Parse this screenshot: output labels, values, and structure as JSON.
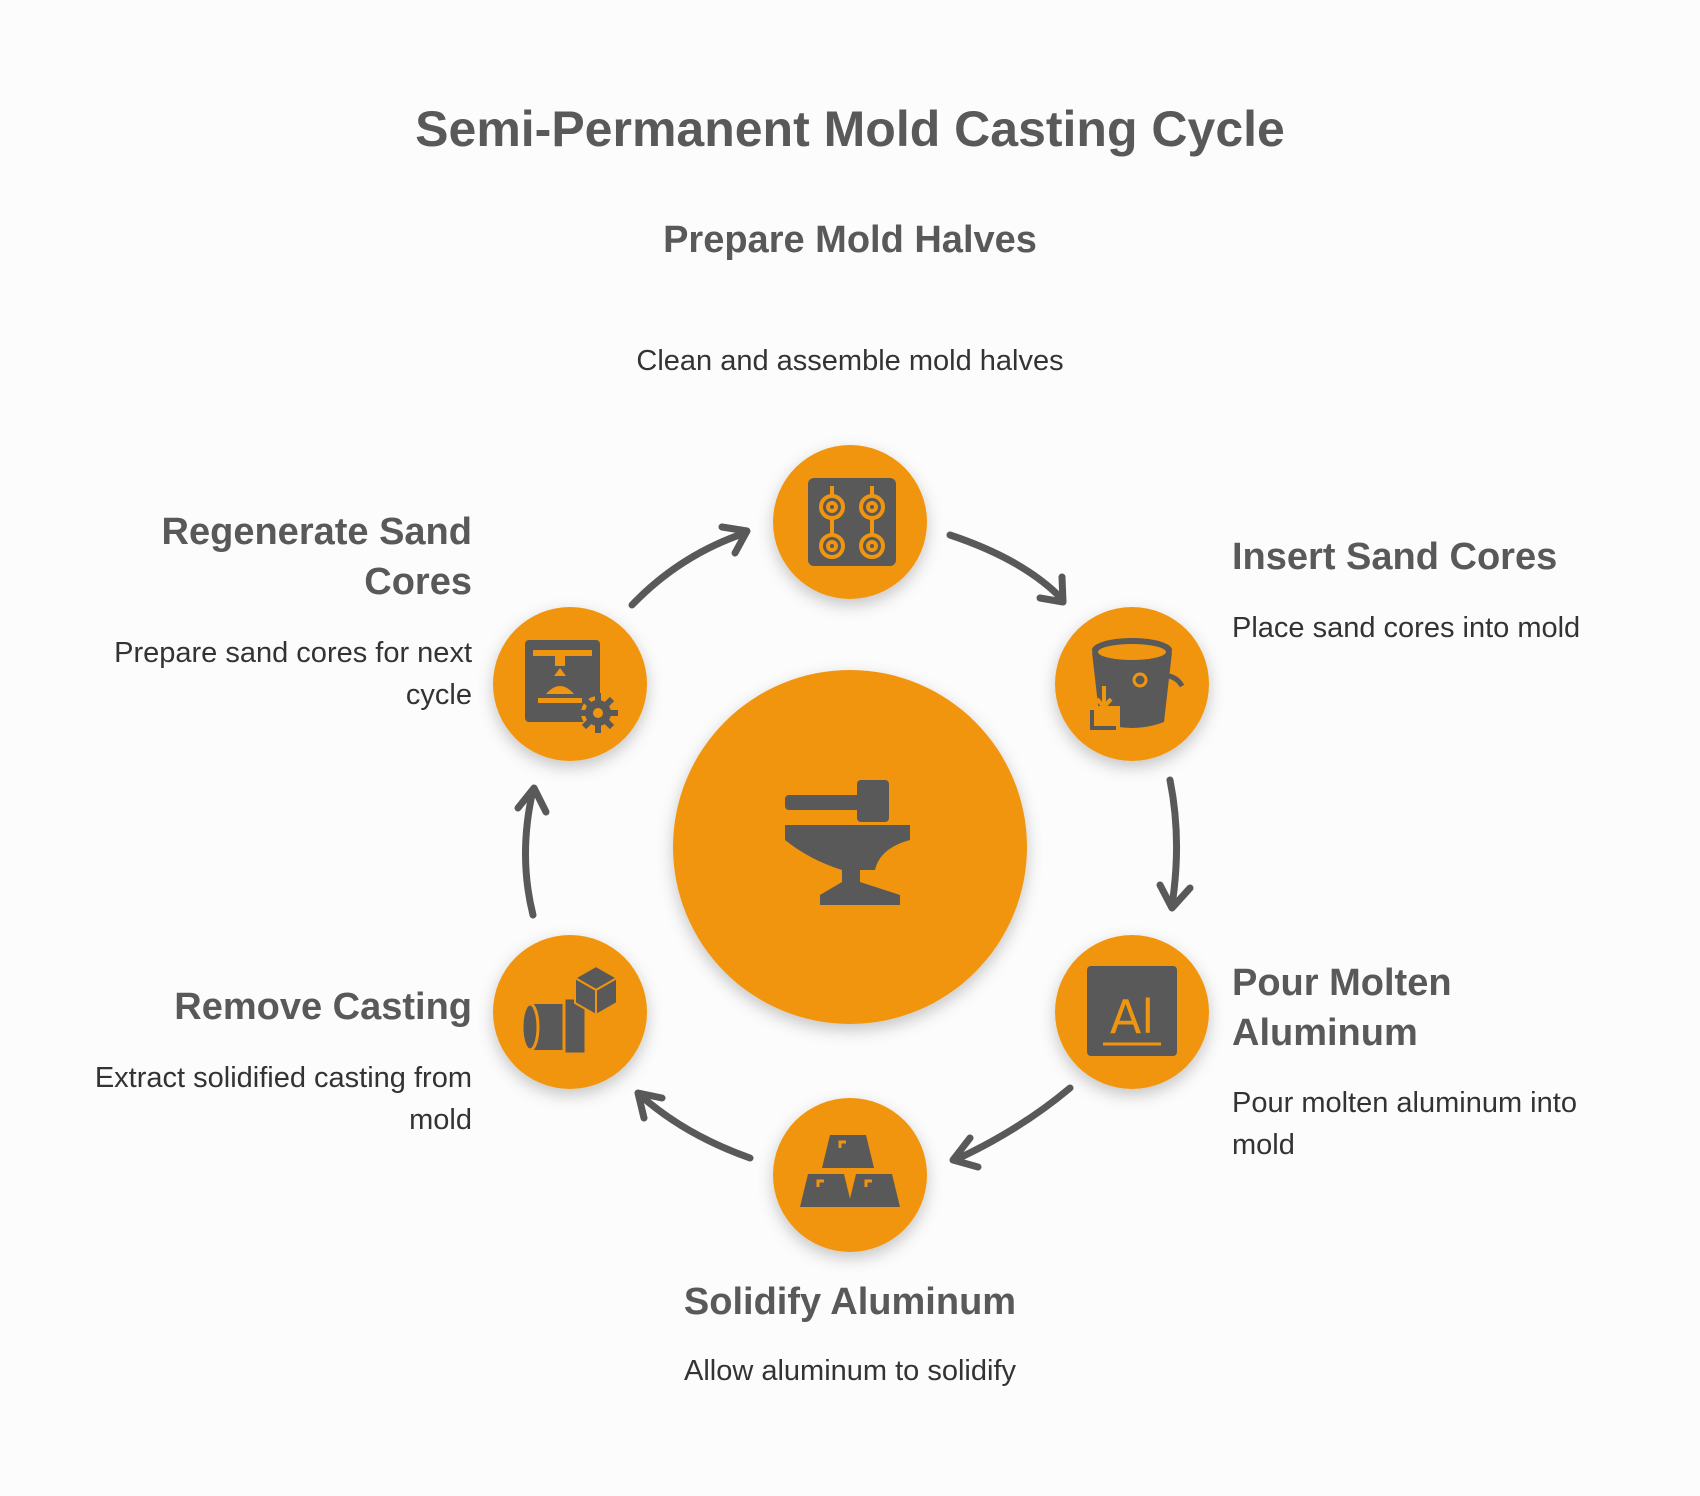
{
  "title": "Semi-Permanent Mold Casting Cycle",
  "colors": {
    "accent": "#f0950f",
    "icon": "#595959",
    "arrow": "#595959"
  },
  "center": {
    "icon": "anvil-hammer-icon"
  },
  "steps": [
    {
      "id": "prepare",
      "title": "Prepare Mold Halves",
      "description": "Clean and assemble mold halves",
      "icon": "mold-plate-icon"
    },
    {
      "id": "insert",
      "title": "Insert Sand Cores",
      "description": "Place sand cores into mold",
      "icon": "bucket-icon"
    },
    {
      "id": "pour",
      "title": "Pour Molten Aluminum",
      "description": "Pour molten aluminum into mold",
      "icon": "aluminum-element-icon"
    },
    {
      "id": "solidify",
      "title": "Solidify Aluminum",
      "description": "Allow aluminum to solidify",
      "icon": "ingots-icon"
    },
    {
      "id": "remove",
      "title": "Remove Casting",
      "description": "Extract solidified casting from mold",
      "icon": "pipe-box-icon"
    },
    {
      "id": "regenerate",
      "title": "Regenerate Sand Cores",
      "description": "Prepare sand cores for next cycle",
      "icon": "printer-gear-icon"
    }
  ]
}
